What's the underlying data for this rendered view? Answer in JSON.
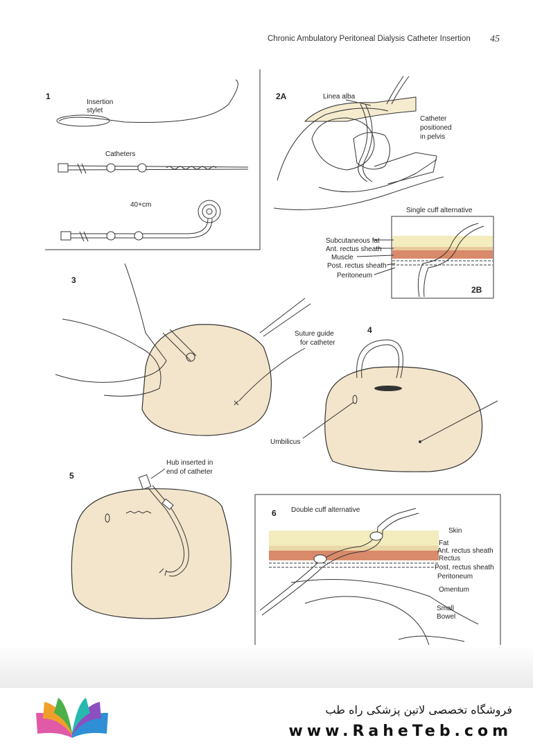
{
  "header": {
    "title": "Chronic Ambulatory Peritoneal Dialysis Catheter Insertion",
    "page_number": "45"
  },
  "panels": {
    "p1": {
      "number": "1",
      "stylet_l1": "Insertion",
      "stylet_l2": "stylet",
      "catheters": "Catheters",
      "length": "40+cm"
    },
    "p2a": {
      "number": "2A",
      "linea_alba": "Linea alba",
      "cath_l1": "Catheter",
      "cath_l2": "positioned",
      "cath_l3": "in pelvis"
    },
    "p2b": {
      "number": "2B",
      "title": "Single cuff alternative",
      "layers": [
        "Subcutaneous fat",
        "Ant. rectus sheath",
        "Muscle",
        "Post. rectus sheath",
        "Peritoneum"
      ]
    },
    "p3": {
      "number": "3",
      "guide_l1": "Suture guide",
      "guide_l2": "for catheter"
    },
    "p4": {
      "number": "4",
      "umbilicus": "Umbilicus"
    },
    "p5": {
      "number": "5",
      "hub_l1": "Hub inserted in",
      "hub_l2": "end of catheter"
    },
    "p6": {
      "number": "6",
      "title": "Double cuff alternative",
      "layers": [
        "Skin",
        "Fat",
        "Ant. rectus sheath",
        "Rectus",
        "Post. rectus sheath",
        "Peritoneum",
        "Omentum"
      ],
      "bowel_l1": "Small",
      "bowel_l2": "Bowel"
    }
  },
  "footer": {
    "shop_name": "فروشگاه تخصصی لاتین پزشکی  راه طب",
    "website": "www.RaheTeb.com"
  }
}
